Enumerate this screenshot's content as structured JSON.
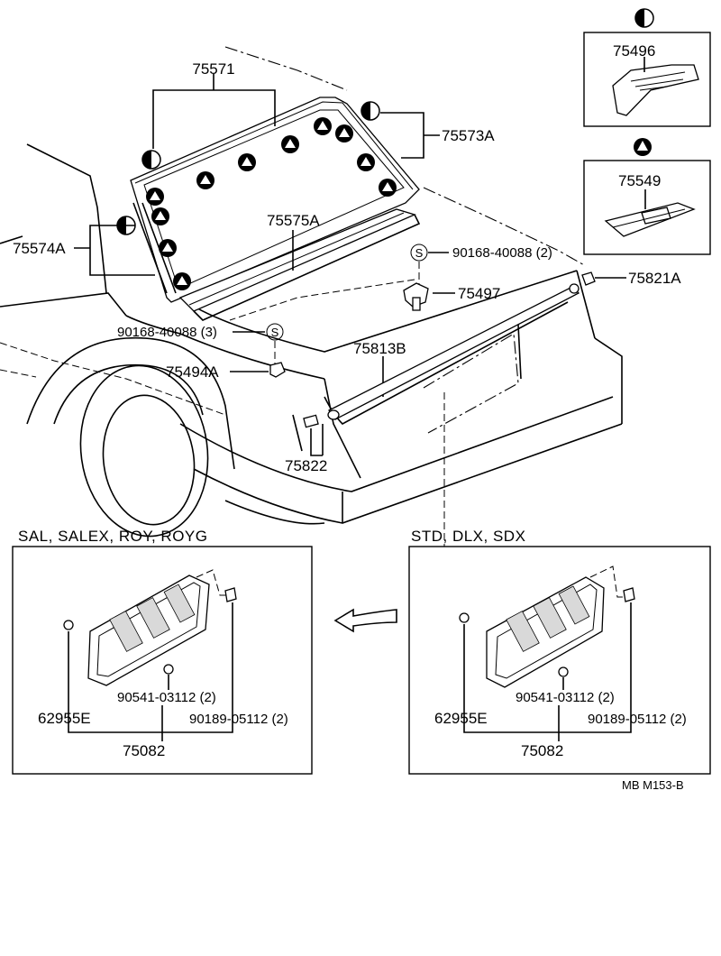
{
  "callouts": {
    "p75571": "75571",
    "p75573A": "75573A",
    "p75574A": "75574A",
    "p75575A": "75575A",
    "p75496": "75496",
    "p75549": "75549",
    "p90168_2": "90168-40088 (2)",
    "p90168_3": "90168-40088 (3)",
    "p75497": "75497",
    "p75821A": "75821A",
    "p75813B": "75813B",
    "p75494A": "75494A",
    "p75822": "75822"
  },
  "symbols": {
    "s": "S"
  },
  "left_panel": {
    "header": "SAL, SALEX, ROY, ROYG",
    "p62955E": "62955E",
    "p90541": "90541-03112 (2)",
    "p90189": "90189-05112 (2)",
    "p75082": "75082"
  },
  "right_panel": {
    "header": "STD, DLX, SDX",
    "p62955E": "62955E",
    "p90541": "90541-03112 (2)",
    "p90189": "90189-05112 (2)",
    "p75082": "75082"
  },
  "footer": {
    "ref": "MB  M153-B"
  }
}
